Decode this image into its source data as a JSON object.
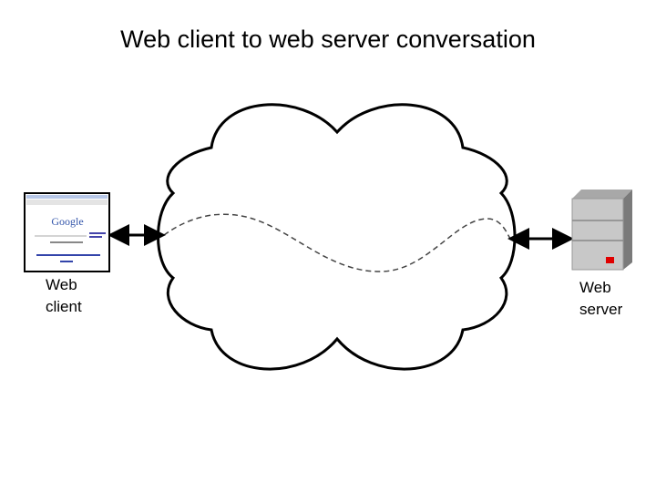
{
  "title": "Web client to web server conversation",
  "client": {
    "label_line1": "Web",
    "label_line2": "client",
    "screenshot_logo": "Google"
  },
  "server": {
    "label_line1": "Web",
    "label_line2": "server",
    "indicator_color": "#e00000"
  },
  "colors": {
    "line": "#000000",
    "dashed": "#444444",
    "server_body": "#c8c8c8"
  }
}
